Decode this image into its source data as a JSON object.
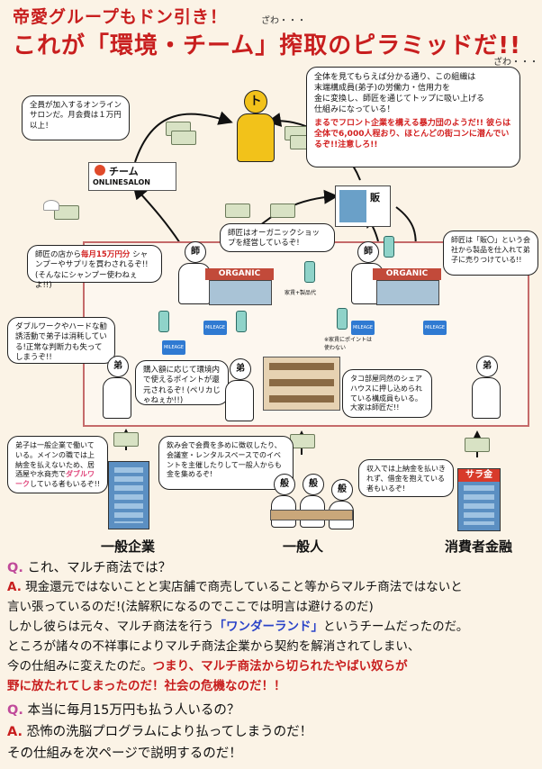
{
  "header": {
    "title_top": "帝愛グループもドン引き！",
    "zawa_top": "ざわ・・・",
    "title_main": "これが「環境・チーム」搾取のピラミッドだ!!",
    "zawa_main": "ざわ・・・"
  },
  "top_person_label": "ト",
  "team_logo": {
    "name": "チーム",
    "sub": "ONLINESALON"
  },
  "hq_label": "販",
  "shop_sign": "ORGANIC",
  "mileage": "MILEAGE",
  "bubbles": {
    "salon": "全員が加入するオンラインサロンだ。月会費は１万円以上！",
    "top_lines": [
      "全体を見てもらえば分かる通り、この組織は",
      "末端構成員(弟子)の労働力・信用力を",
      "金に変換し、師匠を通じてトップに吸い上げる",
      "仕組みになっている！"
    ],
    "top_red": "まるでフロント企業を構える暴力団のようだ!! 彼らは全体で6,000人程おり、ほとんどの街コンに潜んでいるぞ!!注意しろ!!",
    "shisho_shop": "師匠はオーガニックショップを経営しているぞ!",
    "han": "師匠は「販〇」という会社から製品を仕入れて弟子に売りつけている!!",
    "left_shop_a": "師匠の店から",
    "left_shop_red": "毎月15万円分",
    "left_shop_b": "シャンプーやサプリを買わされるぞ!! (そんなにシャンプー使わねぇよ!!)",
    "double": "ダブルワークやハードな勧誘活動で弟子は消耗している!正常な判断力も失ってしまうぞ!!",
    "point": "購入額に応じて環境内で使えるポイントが還元されるぞ! (ペリカじゃねぇか!!)",
    "tako": "タコ部屋同然のシェアハウスに押し込められている構成員もいる。大家は師匠だ!!",
    "kaden": "家賃+製品代",
    "point_note": "※家賃にポイントは使わない",
    "company": "弟子は一般企業で働いている。メインの職では上納金を払えないため、居酒屋や水商売で",
    "company_red": "ダブルワーク",
    "company_b": "している者もいるぞ!!",
    "ippan": "飲み会で会費を多めに徴収したり、会議室・レンタルスペースでのイベントを主催したりして一般人からも金を集めるぞ!",
    "loan": "収入では上納金を払いきれず、借金を抱えている者もいるぞ!"
  },
  "roles": {
    "shisho": "師",
    "deshi": "弟",
    "ippan": "般"
  },
  "loan_sign": "サラ金",
  "bottom_labels": [
    "一般企業",
    "一般人",
    "消費者金融"
  ],
  "qa": {
    "q1_mark": "Q.",
    "q1": "これ、マルチ商法では？",
    "a1_mark": "A.",
    "a1_line1": "現金還元ではないことと実店舗で商売していること等からマルチ商法ではないと",
    "a1_line2": "言い張っているのだ!(法解釈になるのでここでは明言は避けるのだ)",
    "a1_line3a": "しかし彼らは元々、マルチ商法を行う",
    "a1_line3b": "「ワンダーランド」",
    "a1_line3c": "というチームだったのだ。",
    "a1_line4": "ところが諸々の不祥事によりマルチ商法企業から契約を解消されてしまい、",
    "a1_line5a": "今の仕組みに変えたのだ。",
    "a1_line5b": "つまり、マルチ商法から切られたやばい奴らが",
    "a1_line6": "野に放たれてしまったのだ！社会の危機なのだ！！",
    "q2_mark": "Q.",
    "q2": "本当に毎月15万円も払う人いるの？",
    "a2_mark": "A.",
    "a2_line1": "恐怖の洗脳プログラムにより払ってしまうのだ！",
    "a2_line2": "その仕組みを次ページで説明するのだ！"
  },
  "colors": {
    "title": "#c81e1e",
    "frame": "#c56a6a",
    "arrow_green": "#3a9a2a",
    "arrow_blue": "#2f6fd0",
    "gold": "#f2c21a"
  }
}
